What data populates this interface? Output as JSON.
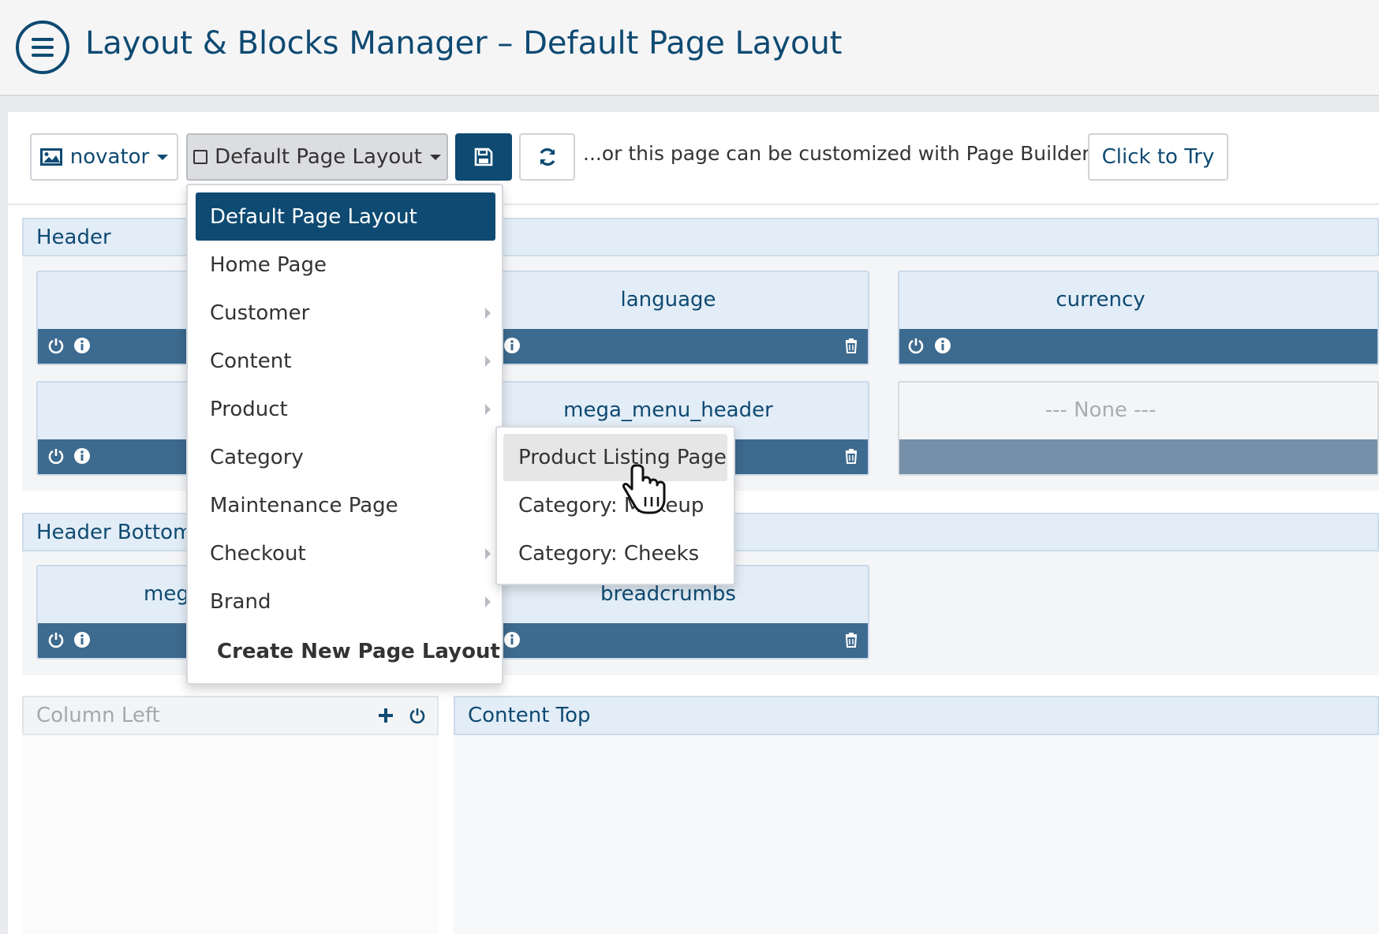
{
  "header": {
    "title": "Layout & Blocks Manager – Default Page Layout",
    "menu_icon": "hamburger-icon"
  },
  "toolbar": {
    "store_label": "novator",
    "store_icon": "image-icon",
    "layout_label": "Default Page Layout",
    "layout_icon": "square-outline-icon",
    "save_icon": "floppy-disk-icon",
    "reload_icon": "refresh-icon",
    "builder_text": "...or this page can be customized with Page Builder.",
    "try_label": "Click to Try"
  },
  "regions": {
    "header": {
      "title": "Header",
      "blocks": [
        {
          "name": "language"
        },
        {
          "name": "currency"
        },
        {
          "name": "mega_menu_header"
        },
        {
          "name": "--- None ---"
        }
      ]
    },
    "header_bottom": {
      "title": "Header Bottom",
      "blocks": [
        {
          "name": "mega"
        },
        {
          "name": "breadcrumbs"
        }
      ]
    },
    "column_left": {
      "title": "Column Left"
    },
    "content_top": {
      "title": "Content Top"
    }
  },
  "dropdown": {
    "items": [
      {
        "label": "Default Page Layout",
        "active": true,
        "submenu": false
      },
      {
        "label": "Home Page",
        "active": false,
        "submenu": false
      },
      {
        "label": "Customer",
        "active": false,
        "submenu": true
      },
      {
        "label": "Content",
        "active": false,
        "submenu": true
      },
      {
        "label": "Product",
        "active": false,
        "submenu": true
      },
      {
        "label": "Category",
        "active": false,
        "submenu": false
      },
      {
        "label": "Maintenance Page",
        "active": false,
        "submenu": false
      },
      {
        "label": "Checkout",
        "active": false,
        "submenu": true
      },
      {
        "label": "Brand",
        "active": false,
        "submenu": true
      }
    ],
    "create_label": "Create New Page Layout",
    "create_icon": "plus-square-icon"
  },
  "submenu": {
    "items": [
      {
        "label": "Product Listing Page",
        "hover": true
      },
      {
        "label": "Category: Makeup",
        "hover": false
      },
      {
        "label": "Category: Cheeks",
        "hover": false
      }
    ]
  },
  "colors": {
    "brand": "#0e4a72",
    "block_bar": "#3d6a8f",
    "block_bg": "#e3edf7",
    "page_bg": "#e9eaed"
  }
}
